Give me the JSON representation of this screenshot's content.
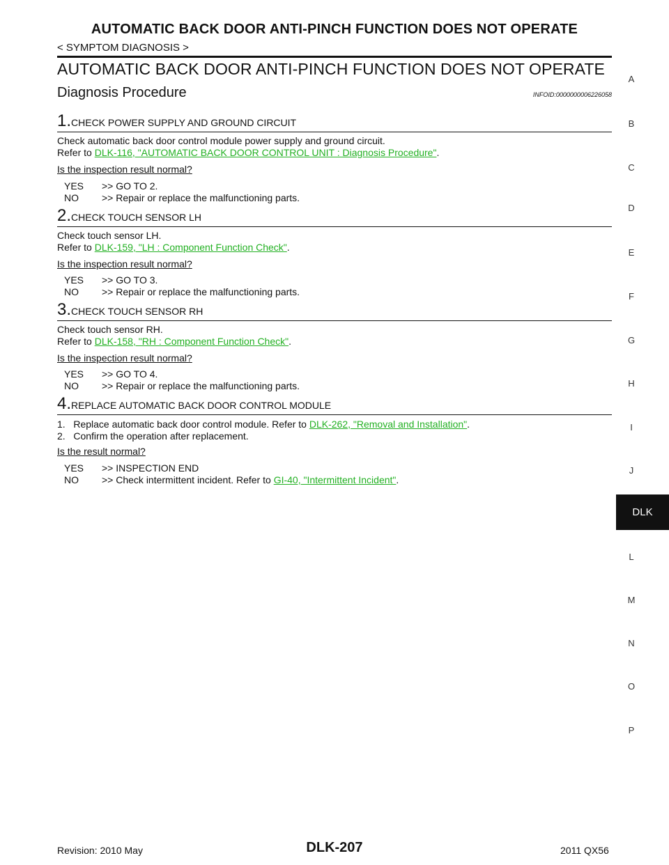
{
  "header": {
    "title": "AUTOMATIC BACK DOOR ANTI-PINCH FUNCTION DOES NOT OPERATE",
    "breadcrumb": "< SYMPTOM DIAGNOSIS >"
  },
  "main": {
    "title": "AUTOMATIC BACK DOOR ANTI-PINCH FUNCTION DOES NOT OPERATE",
    "subtitle": "Diagnosis Procedure",
    "infoid": "INFOID:0000000006226058"
  },
  "steps": [
    {
      "num": "1.",
      "heading": "CHECK POWER SUPPLY AND GROUND CIRCUIT",
      "line1": "Check automatic back door control module power supply and ground circuit.",
      "refer_prefix": "Refer to ",
      "link": "DLK-116, \"AUTOMATIC BACK DOOR CONTROL UNIT : Diagnosis Procedure\"",
      "refer_suffix": ".",
      "question": "Is the inspection result normal?",
      "yes_key": "YES",
      "yes_val": ">> GO TO 2.",
      "no_key": "NO",
      "no_val": ">> Repair or replace the malfunctioning parts."
    },
    {
      "num": "2.",
      "heading": "CHECK TOUCH SENSOR LH",
      "line1": "Check touch sensor LH.",
      "refer_prefix": "Refer to ",
      "link": "DLK-159, \"LH : Component Function Check\"",
      "refer_suffix": ".",
      "question": "Is the inspection result normal?",
      "yes_key": "YES",
      "yes_val": ">> GO TO 3.",
      "no_key": "NO",
      "no_val": ">> Repair or replace the malfunctioning parts."
    },
    {
      "num": "3.",
      "heading": "CHECK TOUCH SENSOR RH",
      "line1": "Check touch sensor RH.",
      "refer_prefix": "Refer to ",
      "link": "DLK-158, \"RH : Component Function Check\"",
      "refer_suffix": ".",
      "question": "Is the inspection result normal?",
      "yes_key": "YES",
      "yes_val": ">> GO TO 4.",
      "no_key": "NO",
      "no_val": ">> Repair or replace the malfunctioning parts."
    },
    {
      "num": "4.",
      "heading": "REPLACE AUTOMATIC BACK DOOR CONTROL MODULE",
      "item1_prefix": "1.   Replace automatic back door control module. Refer to ",
      "item1_link": "DLK-262, \"Removal and Installation\"",
      "item1_suffix": ".",
      "item2": "2.   Confirm the operation after replacement.",
      "question": "Is the result normal?",
      "yes_key": "YES",
      "yes_val": ">> INSPECTION END",
      "no_key": "NO",
      "no_val_prefix": ">> Check intermittent incident. Refer to ",
      "no_link": "GI-40, \"Intermittent Incident\"",
      "no_val_suffix": "."
    }
  ],
  "side_index": {
    "letters": [
      "A",
      "B",
      "C",
      "D",
      "E",
      "F",
      "G",
      "H",
      "I",
      "J",
      "L",
      "M",
      "N",
      "O",
      "P"
    ],
    "active": "DLK"
  },
  "footer": {
    "revision": "Revision: 2010 May",
    "page": "DLK-207",
    "model": "2011 QX56"
  },
  "colors": {
    "link": "#22b022",
    "text": "#111111",
    "tab_bg": "#111111"
  }
}
